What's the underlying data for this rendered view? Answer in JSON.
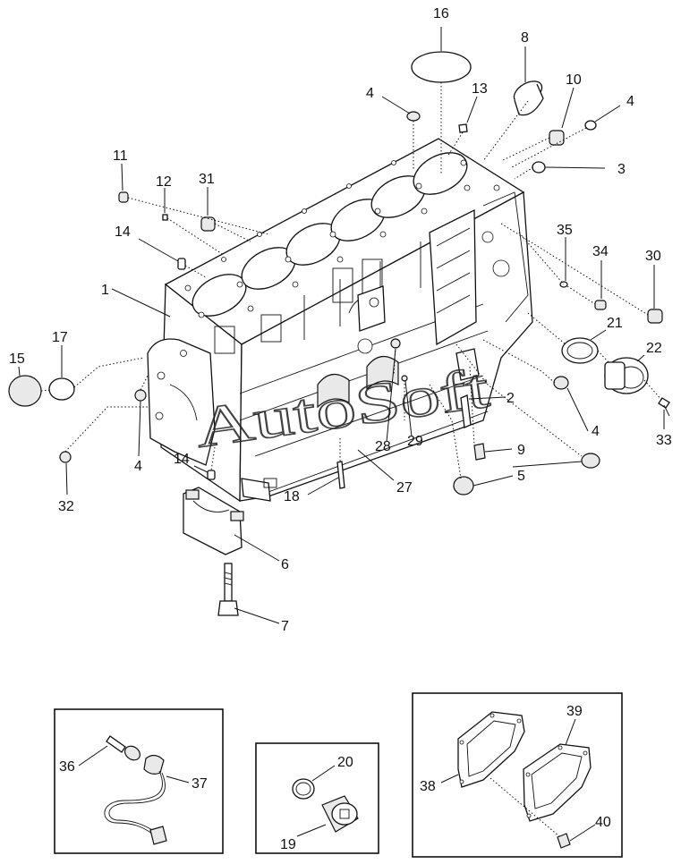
{
  "watermark": "AutoSoft",
  "callouts": {
    "c1": "1",
    "c2": "2",
    "c3": "3",
    "c4a": "4",
    "c4b": "4",
    "c4c": "4",
    "c4d": "4",
    "c5": "5",
    "c6": "6",
    "c7": "7",
    "c8": "8",
    "c9": "9",
    "c10": "10",
    "c11": "11",
    "c12": "12",
    "c13": "13",
    "c14a": "14",
    "c14b": "14",
    "c15": "15",
    "c16": "16",
    "c17": "17",
    "c18": "18",
    "c19": "19",
    "c20": "20",
    "c21": "21",
    "c22": "22",
    "c27": "27",
    "c28": "28",
    "c29": "29",
    "c30": "30",
    "c31": "31",
    "c32": "32",
    "c33": "33",
    "c34": "34",
    "c35": "35",
    "c36": "36",
    "c37": "37",
    "c38": "38",
    "c39": "39",
    "c40": "40"
  }
}
